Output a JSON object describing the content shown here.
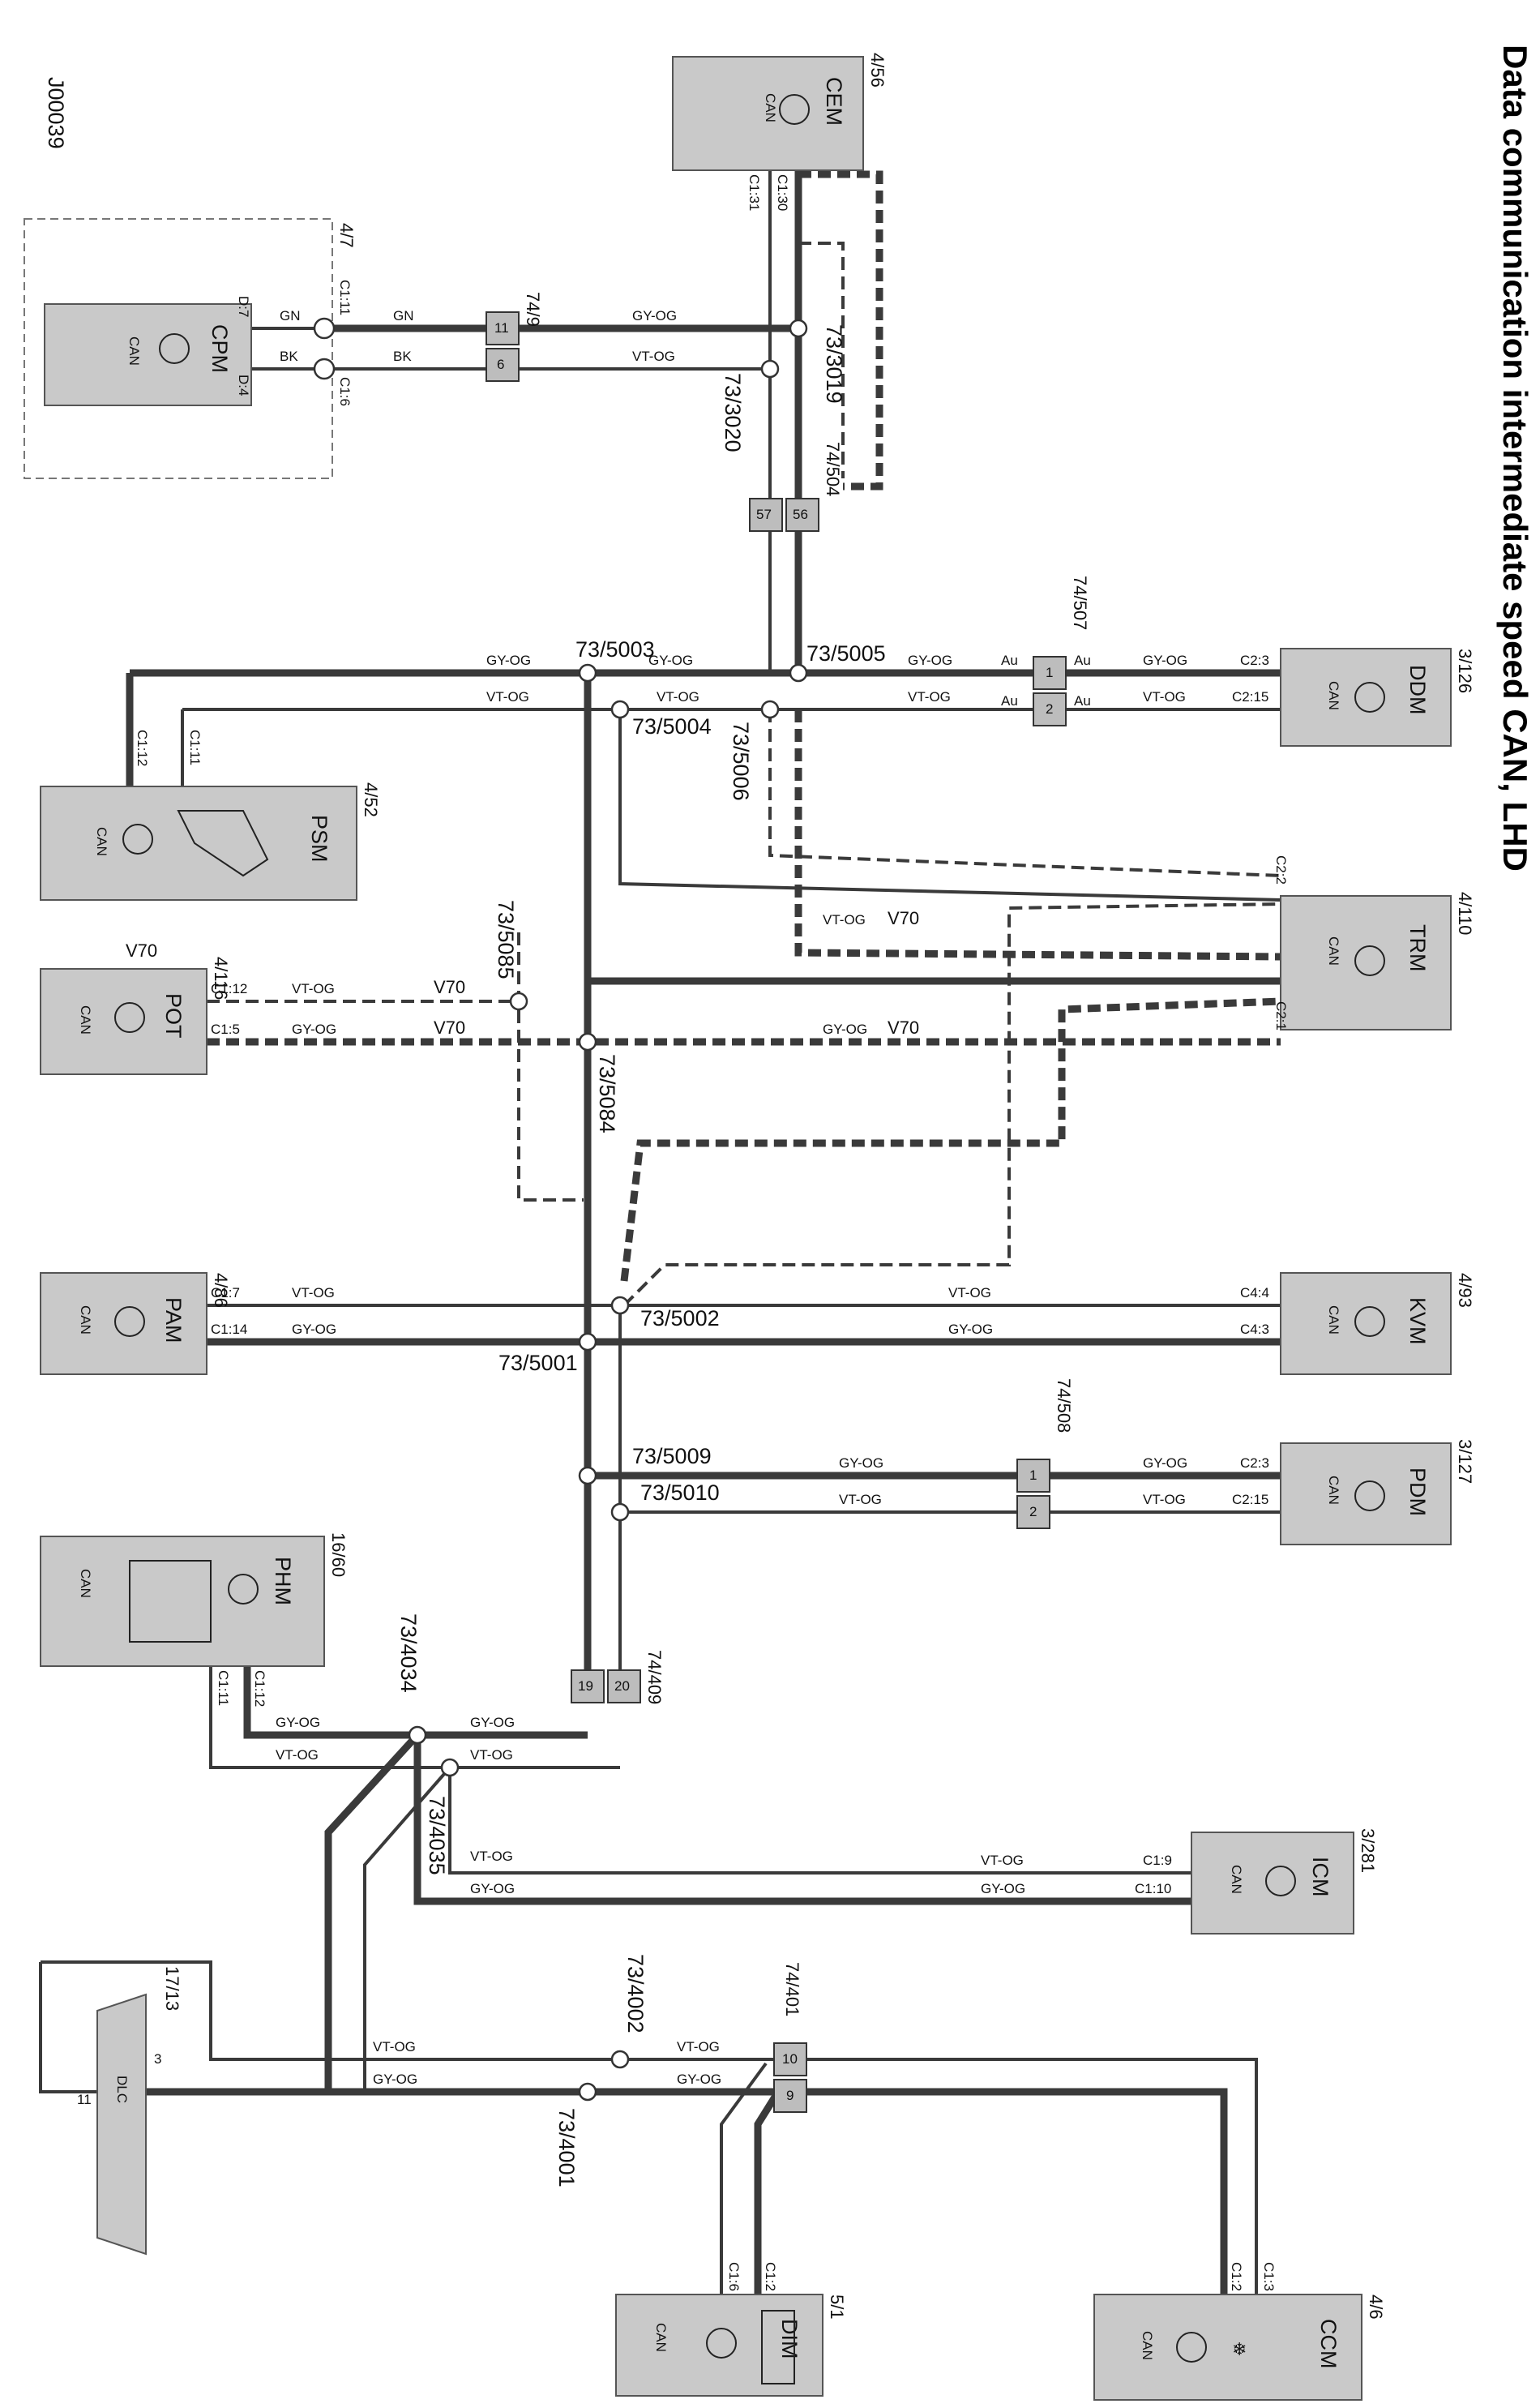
{
  "title": "Data communication intermediate speed CAN, LHD",
  "doc_id": "J00039",
  "modules": [
    {
      "key": "cem",
      "name": "CEM",
      "ref": "4/56",
      "can": "CAN"
    },
    {
      "key": "cpm",
      "name": "CPM",
      "ref": "4/7",
      "can": "CAN"
    },
    {
      "key": "ddm",
      "name": "DDM",
      "ref": "3/126",
      "can": "CAN"
    },
    {
      "key": "psm",
      "name": "PSM",
      "ref": "4/52",
      "can": "CAN"
    },
    {
      "key": "trm",
      "name": "TRM",
      "ref": "4/110",
      "can": "CAN"
    },
    {
      "key": "pot",
      "name": "POT",
      "ref": "4/116",
      "can": "CAN"
    },
    {
      "key": "pam",
      "name": "PAM",
      "ref": "4/86",
      "can": "CAN"
    },
    {
      "key": "kvm",
      "name": "KVM",
      "ref": "4/93",
      "can": "CAN"
    },
    {
      "key": "pdm",
      "name": "PDM",
      "ref": "3/127",
      "can": "CAN"
    },
    {
      "key": "phm",
      "name": "PHM",
      "ref": "16/60",
      "can": "CAN"
    },
    {
      "key": "icm",
      "name": "ICM",
      "ref": "3/281",
      "can": "CAN"
    },
    {
      "key": "dim",
      "name": "DIM",
      "ref": "5/1",
      "can": "CAN"
    },
    {
      "key": "ccm",
      "name": "CCM",
      "ref": "4/6",
      "can": "CAN"
    },
    {
      "key": "dlc",
      "name": "",
      "ref": "17/13",
      "can": "DLC"
    }
  ],
  "connectors": [
    {
      "key": "c749",
      "ref": "74/9",
      "pins": [
        "11",
        "6"
      ]
    },
    {
      "key": "c74504",
      "ref": "74/504",
      "pins": [
        "56",
        "57"
      ]
    },
    {
      "key": "c74507",
      "ref": "74/507",
      "pins": [
        "1",
        "2"
      ]
    },
    {
      "key": "c74508",
      "ref": "74/508",
      "pins": [
        "1",
        "2"
      ]
    },
    {
      "key": "c74409",
      "ref": "74/409",
      "pins": [
        "19",
        "20"
      ]
    },
    {
      "key": "c74401",
      "ref": "74/401",
      "pins": [
        "10",
        "9"
      ]
    }
  ],
  "splices": [
    "73/3019",
    "73/3020",
    "73/5003",
    "73/5004",
    "73/5005",
    "73/5006",
    "73/5085",
    "73/5084",
    "73/5001",
    "73/5002",
    "73/5009",
    "73/5010",
    "73/4034",
    "73/4035",
    "73/4002",
    "73/4001"
  ],
  "pin_labels": [
    "C1:30",
    "C1:31",
    "D:7",
    "D:4",
    "C1:11",
    "C1:6",
    "C2:3",
    "C2:15",
    "C1:12",
    "C1:11",
    "C2:2",
    "C2:1",
    "C1:12",
    "C1:5",
    "C1:7",
    "C1:14",
    "C4:4",
    "C4:3",
    "C2:3",
    "C2:15",
    "C1:12",
    "C1:11",
    "C1:9",
    "C1:10",
    "C1:6",
    "C1:2",
    "C1:3",
    "C1:2",
    "3",
    "11"
  ],
  "wire_labels": {
    "gy": "GY-OG",
    "vt": "VT-OG",
    "gn": "GN",
    "bk": "BK",
    "au": "Au",
    "v70": "V70"
  }
}
